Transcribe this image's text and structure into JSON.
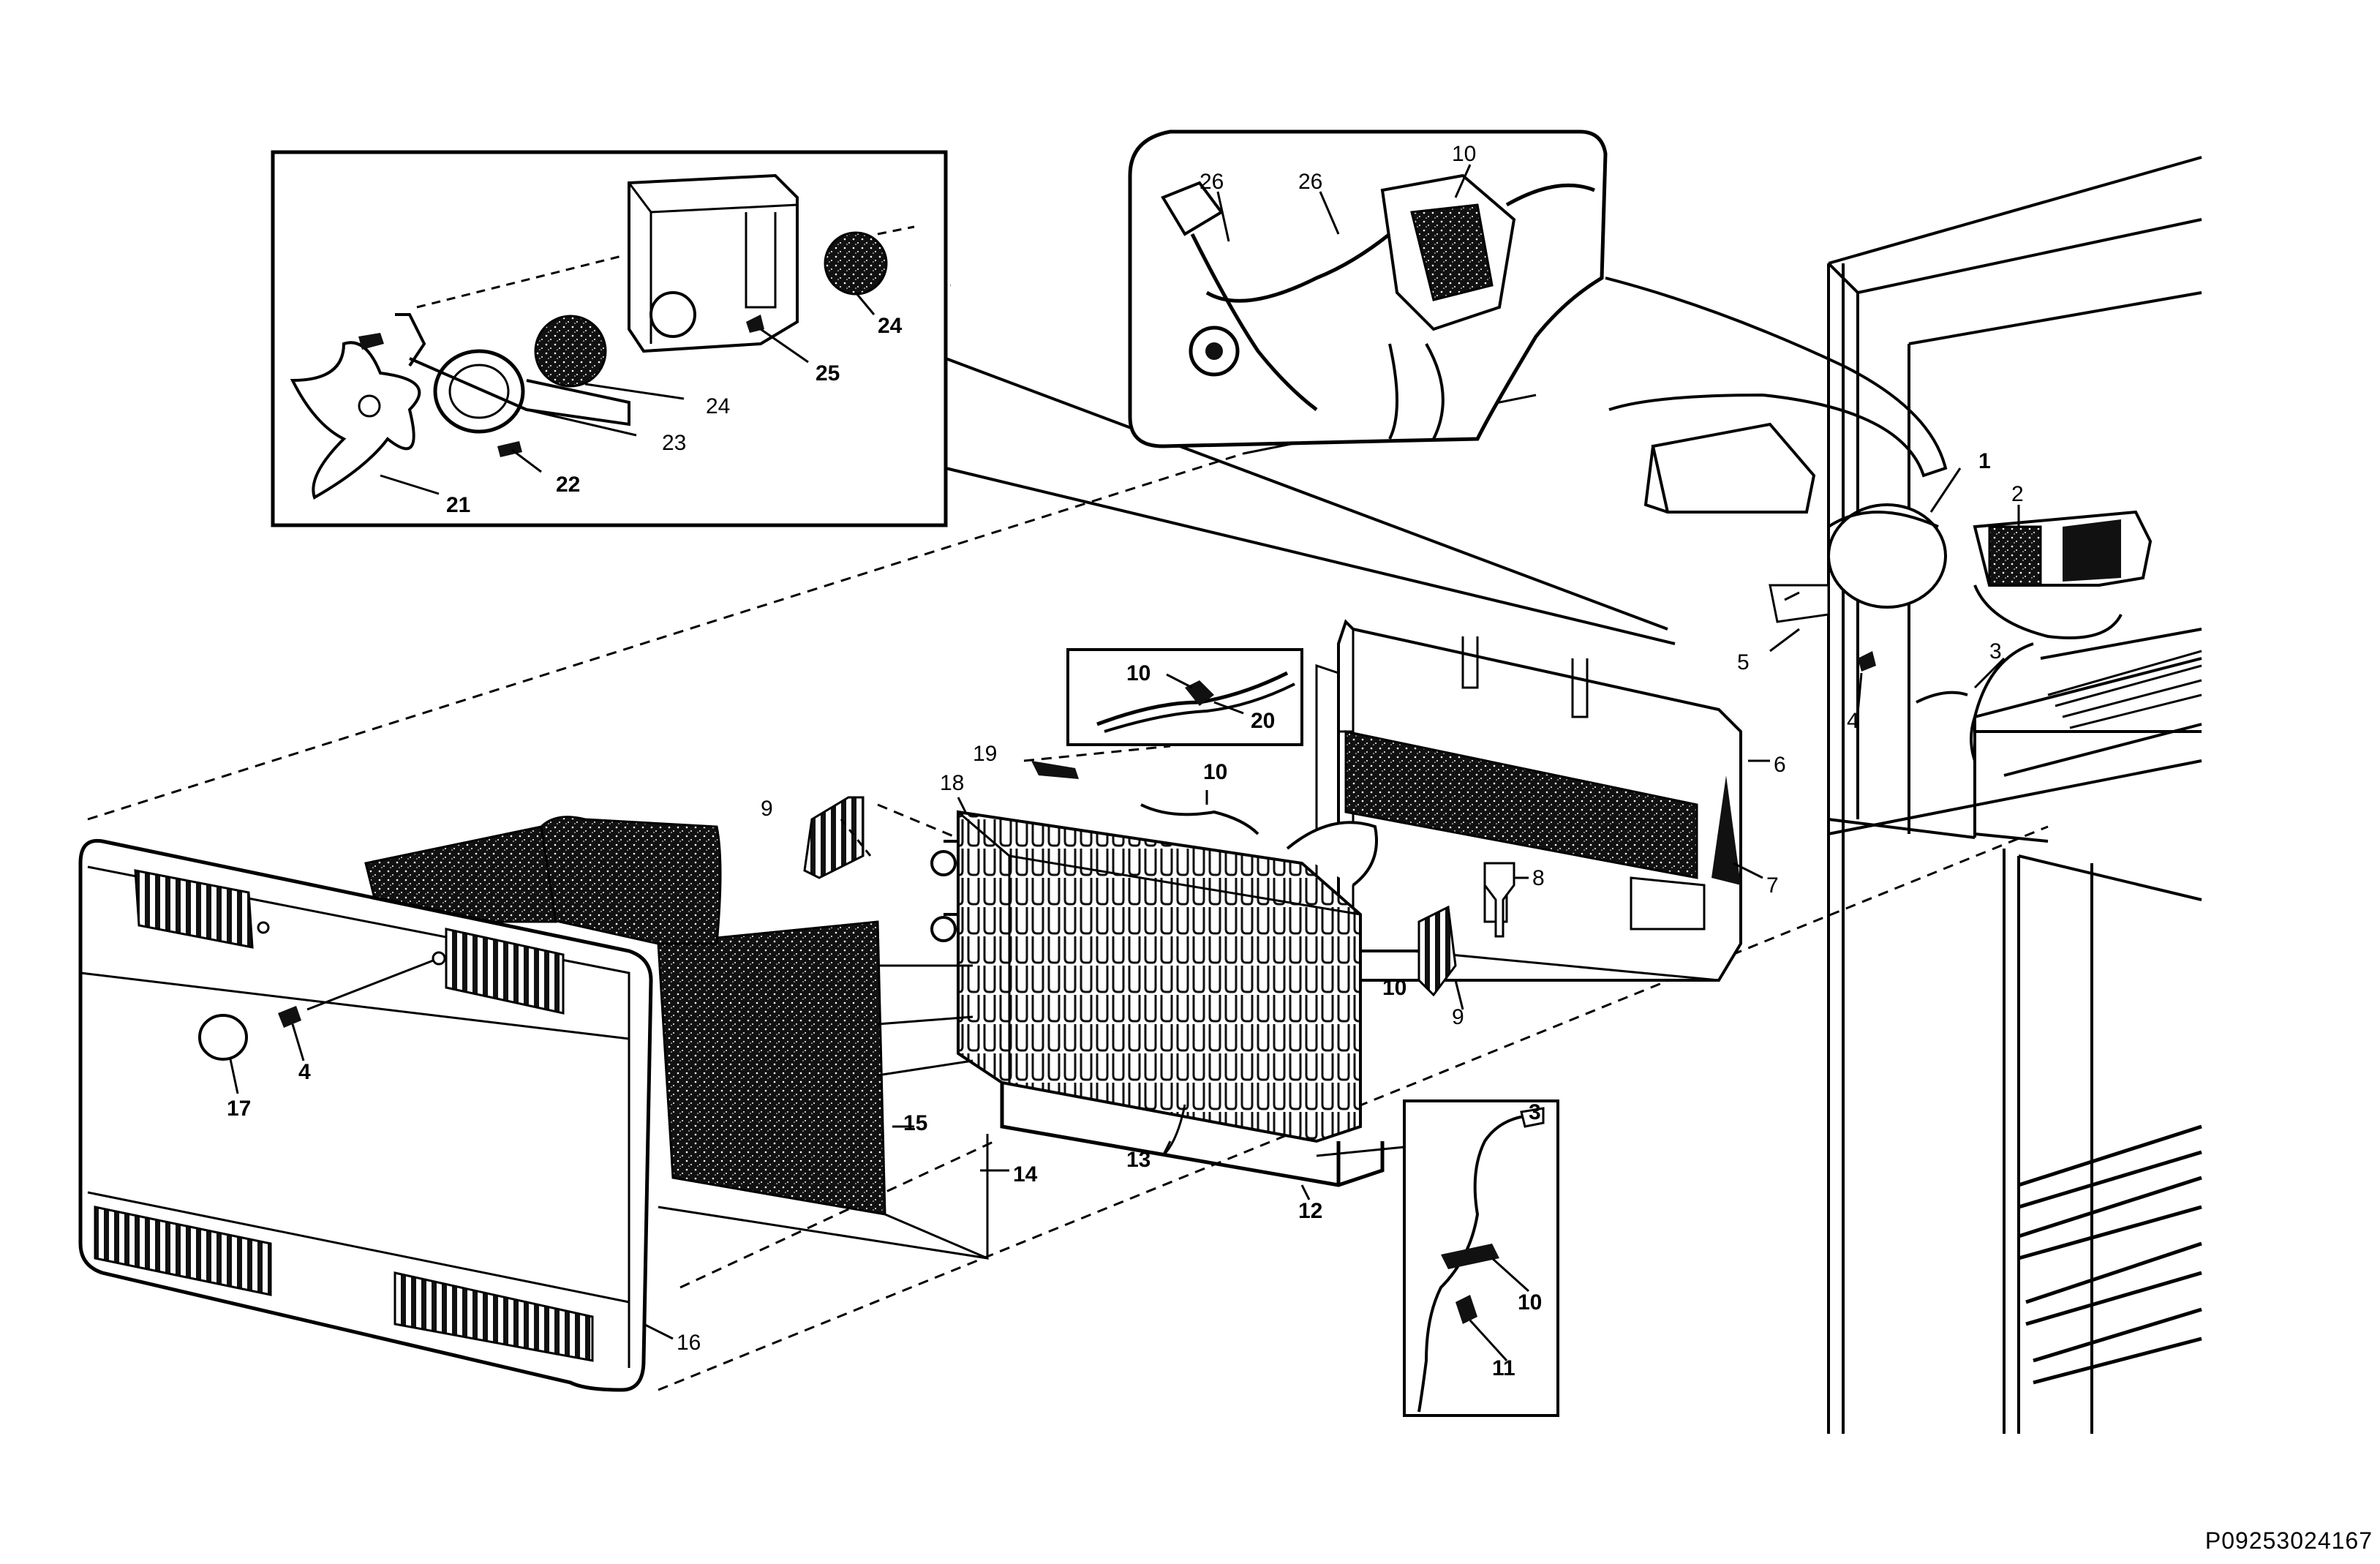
{
  "diagram": {
    "callouts": {
      "c1": "1",
      "c2": "2",
      "c3": "3",
      "c4a": "4",
      "c4b": "4",
      "c5": "5",
      "c6": "6",
      "c7": "7",
      "c8": "8",
      "c9a": "9",
      "c9b": "9",
      "c10a": "10",
      "c10b": "10",
      "c10c": "10",
      "c10d": "10",
      "c10e": "10",
      "c11": "11",
      "c12": "12",
      "c13": "13",
      "c14": "14",
      "c15": "15",
      "c16": "16",
      "c17": "17",
      "c18": "18",
      "c19": "19",
      "c20": "20",
      "c21": "21",
      "c22": "22",
      "c23": "23",
      "c24a": "24",
      "c24b": "24",
      "c25": "25",
      "c26a": "26",
      "c26b": "26",
      "c3b": "3"
    },
    "document_code": "P09253024167"
  }
}
